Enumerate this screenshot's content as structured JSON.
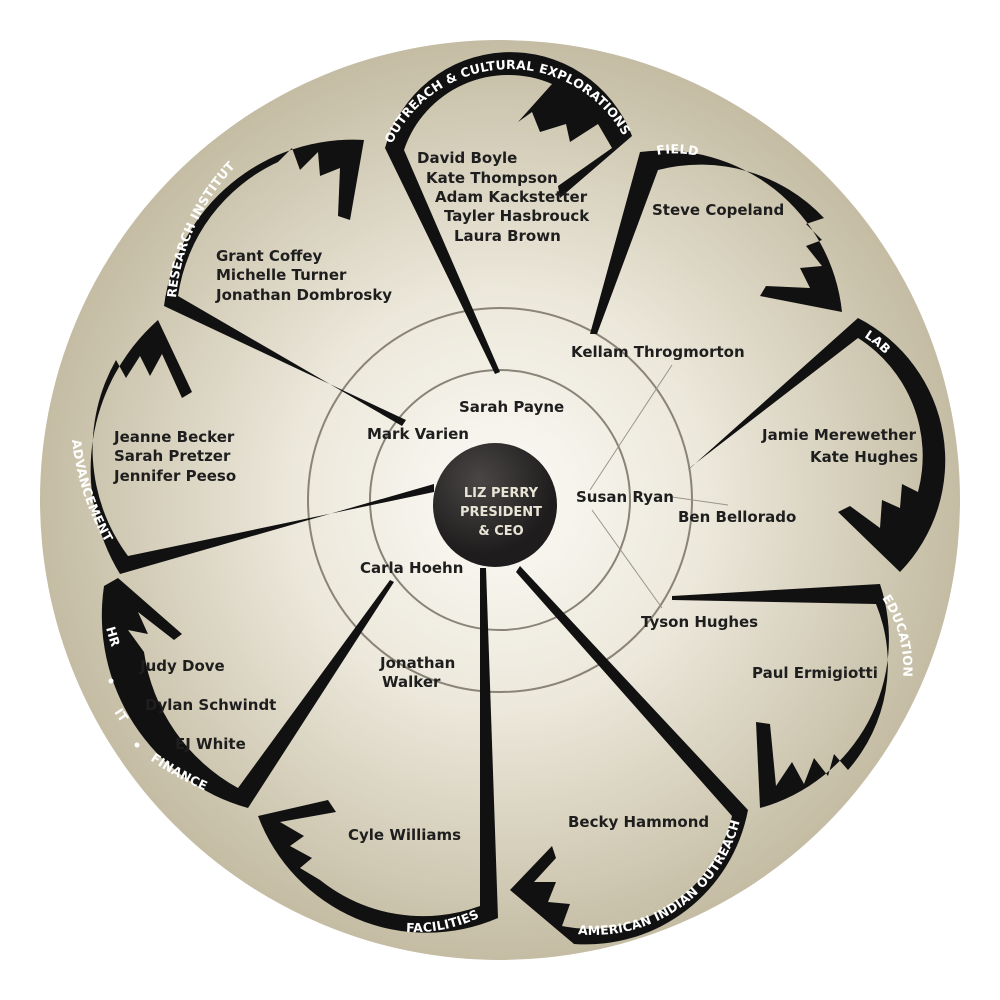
{
  "ceo": {
    "line1": "LIZ PERRY",
    "line2": "PRESIDENT",
    "line3": "&  CEO"
  },
  "inner_staff": [
    "Sarah Payne",
    "Mark Varien",
    "Kellam Throgmorton",
    "Susan Ryan",
    "Ben Bellorado",
    "Tyson Hughes",
    "Carla Hoehn",
    "Jonathan",
    "Walker"
  ],
  "departments": [
    {
      "key": "outreach",
      "label": "OUTREACH & CULTURAL EXPLORATIONS",
      "members": [
        "David Boyle",
        "Kate Thompson",
        "Adam Kackstetter",
        "Tayler Hasbrouck",
        "Laura Brown"
      ]
    },
    {
      "key": "field",
      "label": "FIELD",
      "members": [
        "Steve Copeland"
      ]
    },
    {
      "key": "lab",
      "label": "LAB",
      "members": [
        "Jamie Merewether",
        "Kate Hughes"
      ]
    },
    {
      "key": "education",
      "label": "EDUCATION",
      "members": [
        "Paul Ermigiotti"
      ]
    },
    {
      "key": "aio",
      "label": "AMERICAN INDIAN OUTREACH",
      "members": [
        "Becky Hammond"
      ]
    },
    {
      "key": "facilities",
      "label": "FACILITIES",
      "members": [
        "Cyle Williams"
      ]
    },
    {
      "key": "hrit",
      "label_parts": [
        "HR",
        "IT",
        "FINANCE"
      ],
      "members": [
        "Judy Dove",
        "Dylan Schwindt",
        "EJ White"
      ]
    },
    {
      "key": "advancement",
      "label": "ADVANCEMENT",
      "members": [
        "Jeanne Becker",
        "Sarah Pretzer",
        "Jennifer Peeso"
      ]
    },
    {
      "key": "research",
      "label": "RESEARCH INSTITUTE",
      "members": [
        "Grant Coffey",
        "Michelle Turner",
        "Jonathan Dombrosky"
      ]
    }
  ],
  "colors": {
    "disc_outer": "#c4bca3",
    "disc_center": "#fbfaf5",
    "ink": "#111111",
    "ceo_fill": "#2b2828"
  }
}
